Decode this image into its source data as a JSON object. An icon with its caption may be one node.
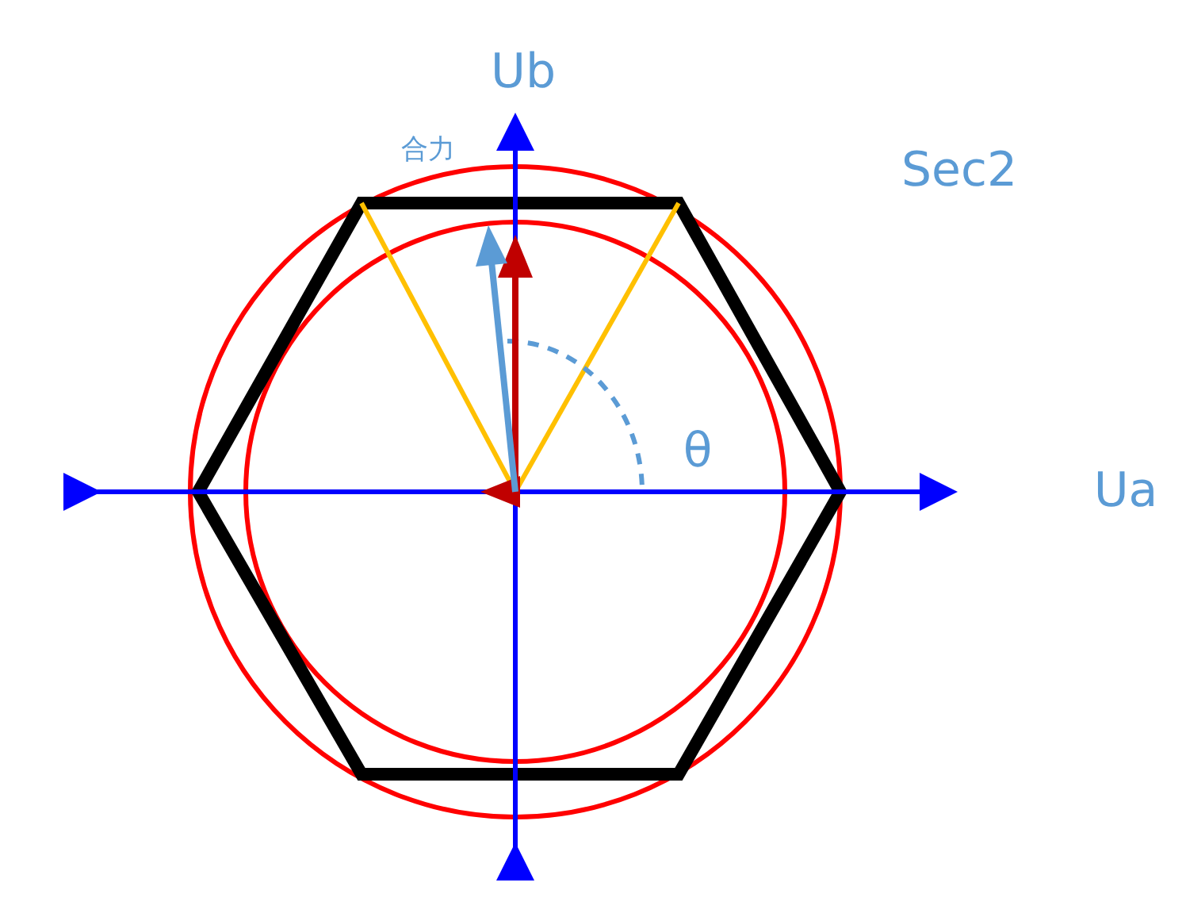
{
  "diagram": {
    "labels": [
      "Ub",
      "合力",
      "Sec2",
      "θ",
      "Ua"
    ]
  }
}
